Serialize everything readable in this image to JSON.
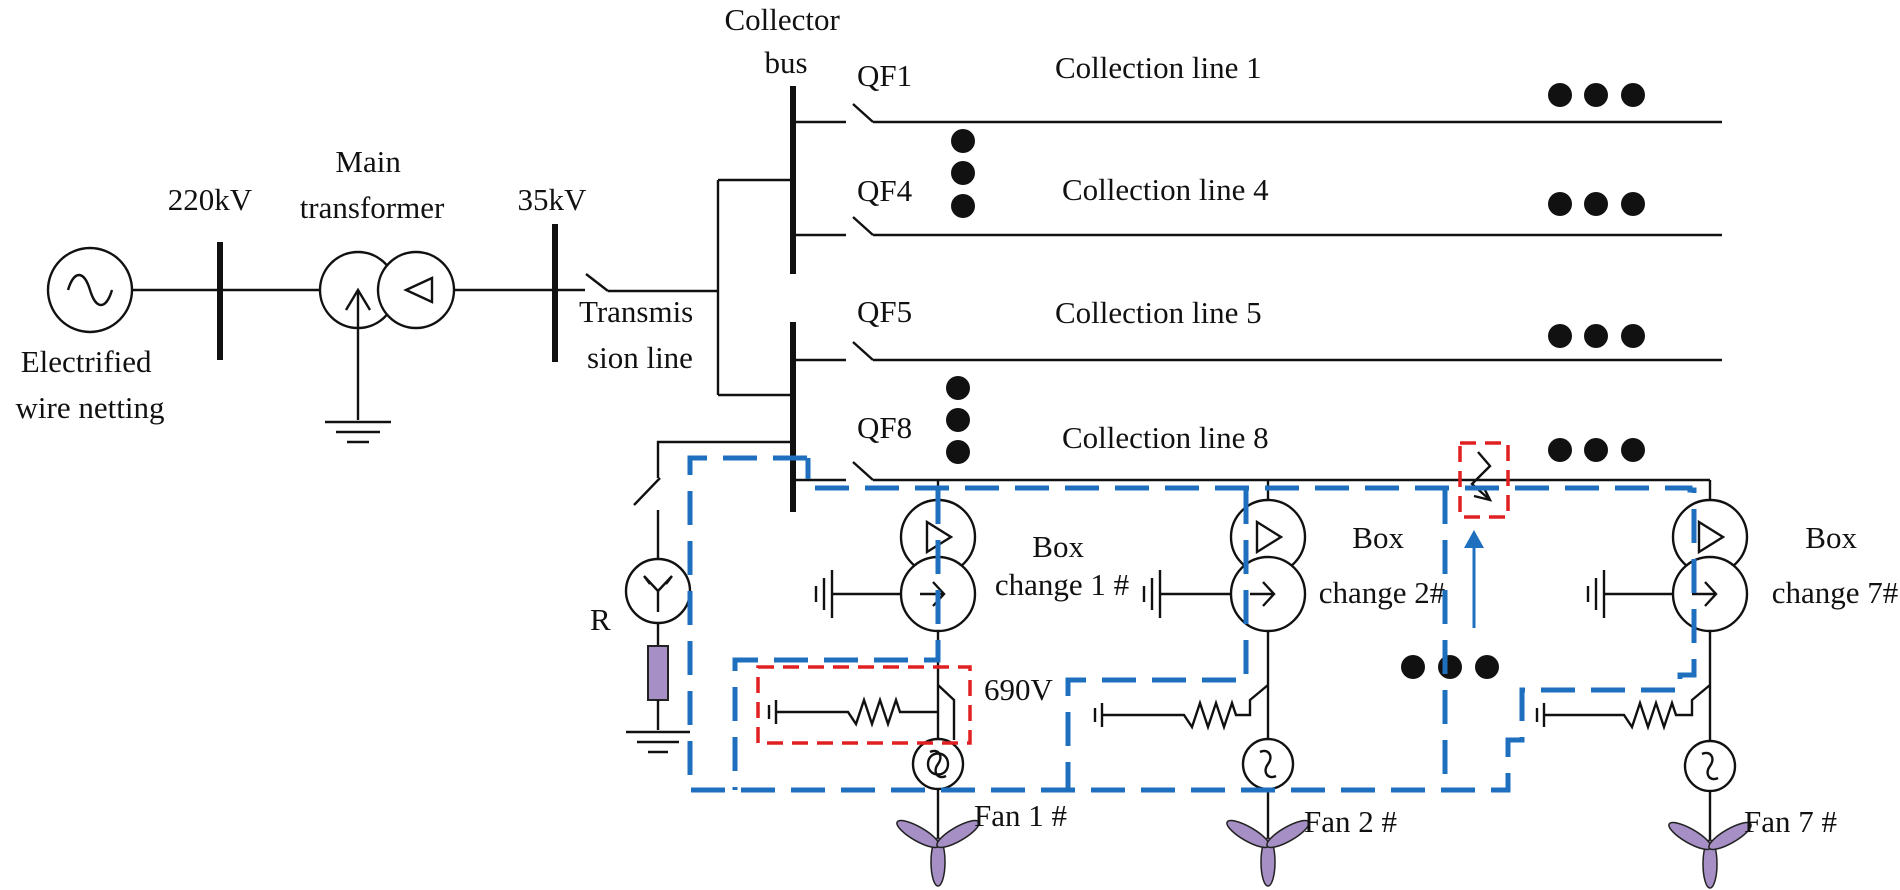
{
  "labels": {
    "grid": "Electrified\nwire netting",
    "v220": "220kV",
    "main_transformer": "Main\ntransformer",
    "v35": "35kV",
    "transmission_line": "Transmis\nsion line",
    "collector_bus": "Collector\nbus",
    "resistor": "R",
    "v690": "690V"
  },
  "feeders": [
    {
      "breaker": "QF1",
      "line": "Collection line 1"
    },
    {
      "breaker": "QF4",
      "line": "Collection line 4"
    },
    {
      "breaker": "QF5",
      "line": "Collection line 5"
    },
    {
      "breaker": "QF8",
      "line": "Collection line 8"
    }
  ],
  "units": [
    {
      "box": "Box\nchange 1 #",
      "fan": "Fan 1 #"
    },
    {
      "box": "Box\nchange 2#",
      "fan": "Fan 2 #"
    },
    {
      "box": "Box\nchange 7#",
      "fan": "Fan 7 #"
    }
  ],
  "colors": {
    "fault_loop": "#1f6fbf",
    "fault_highlight": "#e02020",
    "component_fill": "#a58fc4"
  }
}
